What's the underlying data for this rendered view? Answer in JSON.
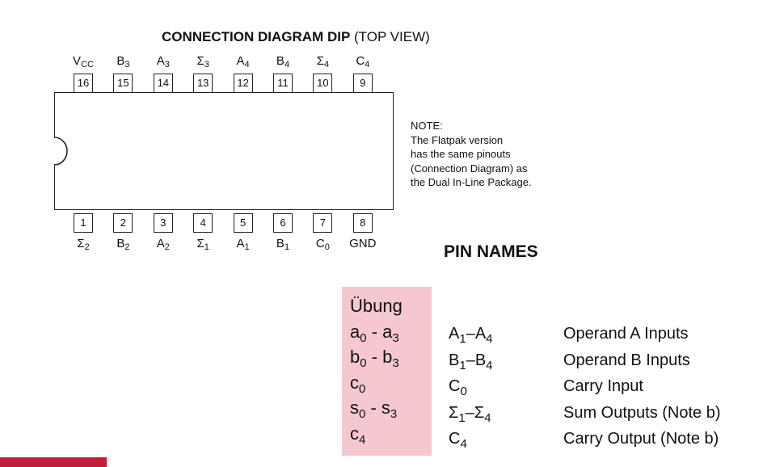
{
  "title": {
    "bold": "CONNECTION DIAGRAM DIP",
    "normal": " (TOP VIEW)"
  },
  "top_pins": [
    {
      "number": "16",
      "label": "V",
      "sub": "CC"
    },
    {
      "number": "15",
      "label": "B",
      "sub": "3"
    },
    {
      "number": "14",
      "label": "A",
      "sub": "3"
    },
    {
      "number": "13",
      "label": "Σ",
      "sub": "3"
    },
    {
      "number": "12",
      "label": "A",
      "sub": "4"
    },
    {
      "number": "11",
      "label": "B",
      "sub": "4"
    },
    {
      "number": "10",
      "label": "Σ",
      "sub": "4"
    },
    {
      "number": "9",
      "label": "C",
      "sub": "4"
    }
  ],
  "bottom_pins": [
    {
      "number": "1",
      "label": "Σ",
      "sub": "2"
    },
    {
      "number": "2",
      "label": "B",
      "sub": "2"
    },
    {
      "number": "3",
      "label": "A",
      "sub": "2"
    },
    {
      "number": "4",
      "label": "Σ",
      "sub": "1"
    },
    {
      "number": "5",
      "label": "A",
      "sub": "1"
    },
    {
      "number": "6",
      "label": "B",
      "sub": "1"
    },
    {
      "number": "7",
      "label": "C",
      "sub": "0"
    },
    {
      "number": "8",
      "label": "GND",
      "sub": ""
    }
  ],
  "note": {
    "heading": "NOTE:",
    "lines": [
      "The Flatpak version",
      "has the same pinouts",
      "(Connection Diagram) as",
      "the Dual In-Line Package."
    ]
  },
  "pin_names": {
    "heading": "PIN NAMES",
    "rows": [
      {
        "s1": "A",
        "n1": "1",
        "dash": "–",
        "s2": "A",
        "n2": "4",
        "desc": "Operand A Inputs"
      },
      {
        "s1": "B",
        "n1": "1",
        "dash": "–",
        "s2": "B",
        "n2": "4",
        "desc": "Operand B Inputs"
      },
      {
        "s1": "C",
        "n1": "0",
        "dash": "",
        "s2": "",
        "n2": "",
        "desc": "Carry Input"
      },
      {
        "s1": "Σ",
        "n1": "1",
        "dash": "–",
        "s2": "Σ",
        "n2": "4",
        "desc": "Sum Outputs (Note b)"
      },
      {
        "s1": "C",
        "n1": "4",
        "dash": "",
        "s2": "",
        "n2": "",
        "desc": "Carry Output (Note b)"
      }
    ]
  },
  "uebung": {
    "heading": "Übung",
    "rows": [
      {
        "a": "a",
        "an": "0",
        "sep": " - ",
        "b": "a",
        "bn": "3"
      },
      {
        "a": "b",
        "an": "0",
        "sep": " - ",
        "b": "b",
        "bn": "3"
      },
      {
        "a": "c",
        "an": "0",
        "sep": "",
        "b": "",
        "bn": ""
      },
      {
        "a": "s",
        "an": "0",
        "sep": " - ",
        "b": "s",
        "bn": "3"
      },
      {
        "a": "c",
        "an": "4",
        "sep": "",
        "b": "",
        "bn": ""
      }
    ]
  },
  "colors": {
    "highlight": "#f5c8cf",
    "accent_bar": "#c01f3c"
  }
}
